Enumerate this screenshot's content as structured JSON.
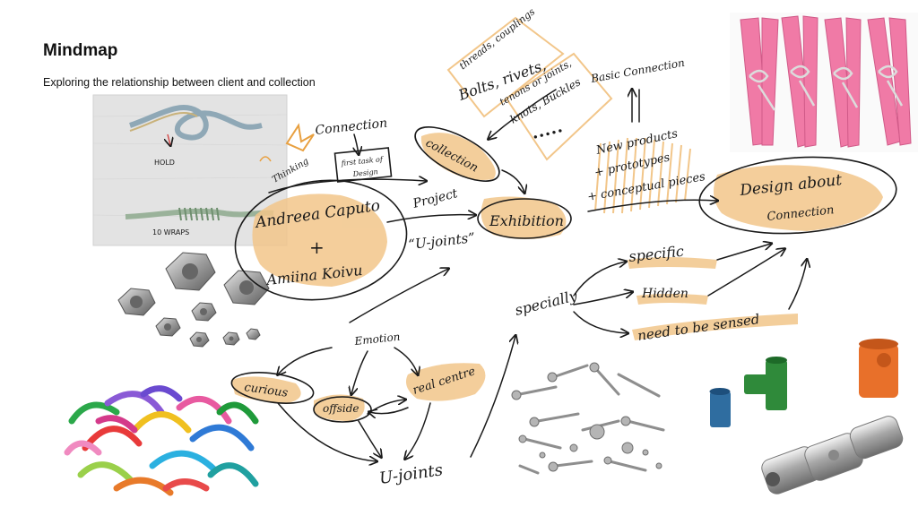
{
  "slide": {
    "title": "Mindmap",
    "subtitle": "Exploring the relationship between client and collection"
  },
  "colors": {
    "highlight": "#f2c68a",
    "ink": "#1a1a1a",
    "pink_peg": "#f07aa6",
    "teal_tube": "#2f6da0",
    "green_tee": "#2f8a3a",
    "orange_cap": "#e8702a"
  },
  "diagram": {
    "center_label_line1": "Andreea Caputo",
    "center_label_line2": "+",
    "center_label_line3": "Amiina Koivu",
    "connection": "Connection",
    "first_task_line1": "first task of",
    "first_task_line2": "Design",
    "thinking": "Thinking",
    "collection": "collection",
    "project": "Project",
    "exhibition": "Exhibition",
    "u_joints_quoted": "“U-joints”",
    "threads_line1": "threads, couplings",
    "threads_line2": "Bolts, rivets,",
    "tenons_line1": "tenons or joints,",
    "tenons_line2": "knots, Buckles",
    "tenons_dots": "•••••",
    "basic_connection": "Basic Connection",
    "new_products_line1": "New products",
    "new_products_line2": "+ prototypes",
    "new_products_line3": "+ conceptual pieces",
    "design_about_line1": "Design about",
    "design_about_line2": "Connection",
    "specific": "specific",
    "hidden": "Hidden",
    "need_to_be_sensed": "need to be sensed",
    "specially": "specially",
    "emotion": "Emotion",
    "curious": "curious",
    "offside": "offside",
    "real_centre": "real centre",
    "u_joints_bottom": "U-joints",
    "knot_hold": "HOLD",
    "knot_wraps": "10 WRAPS"
  }
}
